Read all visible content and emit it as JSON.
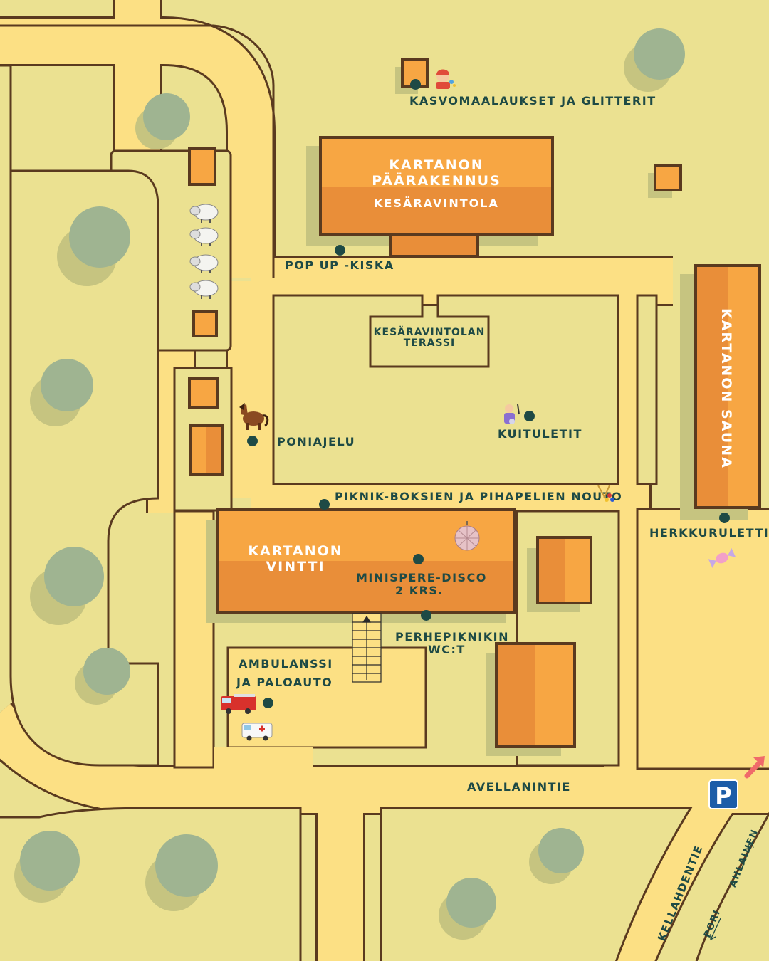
{
  "colors": {
    "ground": "#ebe191",
    "road": "#fce084",
    "outline": "#5a3a1f",
    "building_light": "#f7a643",
    "building_dark": "#e98e39",
    "tree": "#9fb491",
    "tree_shadow": "#c6c480",
    "label": "#1e4a45",
    "parking": "#1c5da8",
    "arrow": "#f06a6a"
  },
  "buildings": {
    "paarakennus_line1": "KARTANON",
    "paarakennus_line2": "PÄÄRAKENNUS",
    "kesaravintola": "KESÄRAVINTOLA",
    "terassi_line1": "KESÄRAVINTOLAN",
    "terassi_line2": "TERASSI",
    "sauna": "KARTANON SAUNA",
    "vintti_line1": "KARTANON",
    "vintti_line2": "VINTTI"
  },
  "points": {
    "kasvomaalaukset": "KASVOMAALAUKSET JA GLITTERIT",
    "popup": "POP UP -KISKA",
    "poniajelu": "PONIAJELU",
    "kuituletit": "KUITULETIT",
    "piknik": "PIKNIK-BOKSIEN JA PIHAPELIEN NOUTO",
    "herkkuruletti": "HERKKURULETTI",
    "disco_line1": "MINISPERE-DISCO",
    "disco_line2": "2 KRS.",
    "wc_line1": "PERHEPIKNIKIN",
    "wc_line2": "WC:T",
    "ambulanssi_line1": "AMBULANSSI",
    "ambulanssi_line2": "JA PALOAUTO"
  },
  "roads": {
    "avellanintie": "AVELLANINTIE",
    "kellahdentie": "KELLAHDENTIE",
    "ahlainen": "AHLAINEN",
    "pori": "PORI"
  },
  "parking": {
    "symbol": "P"
  },
  "icons": [
    "face-paint-icon",
    "sheep-icon",
    "pony-icon",
    "juggler-icon",
    "lawn-games-icon",
    "disco-ball-icon",
    "fire-truck-icon",
    "ambulance-icon",
    "candy-icon",
    "parking-icon",
    "arrow-icon"
  ]
}
